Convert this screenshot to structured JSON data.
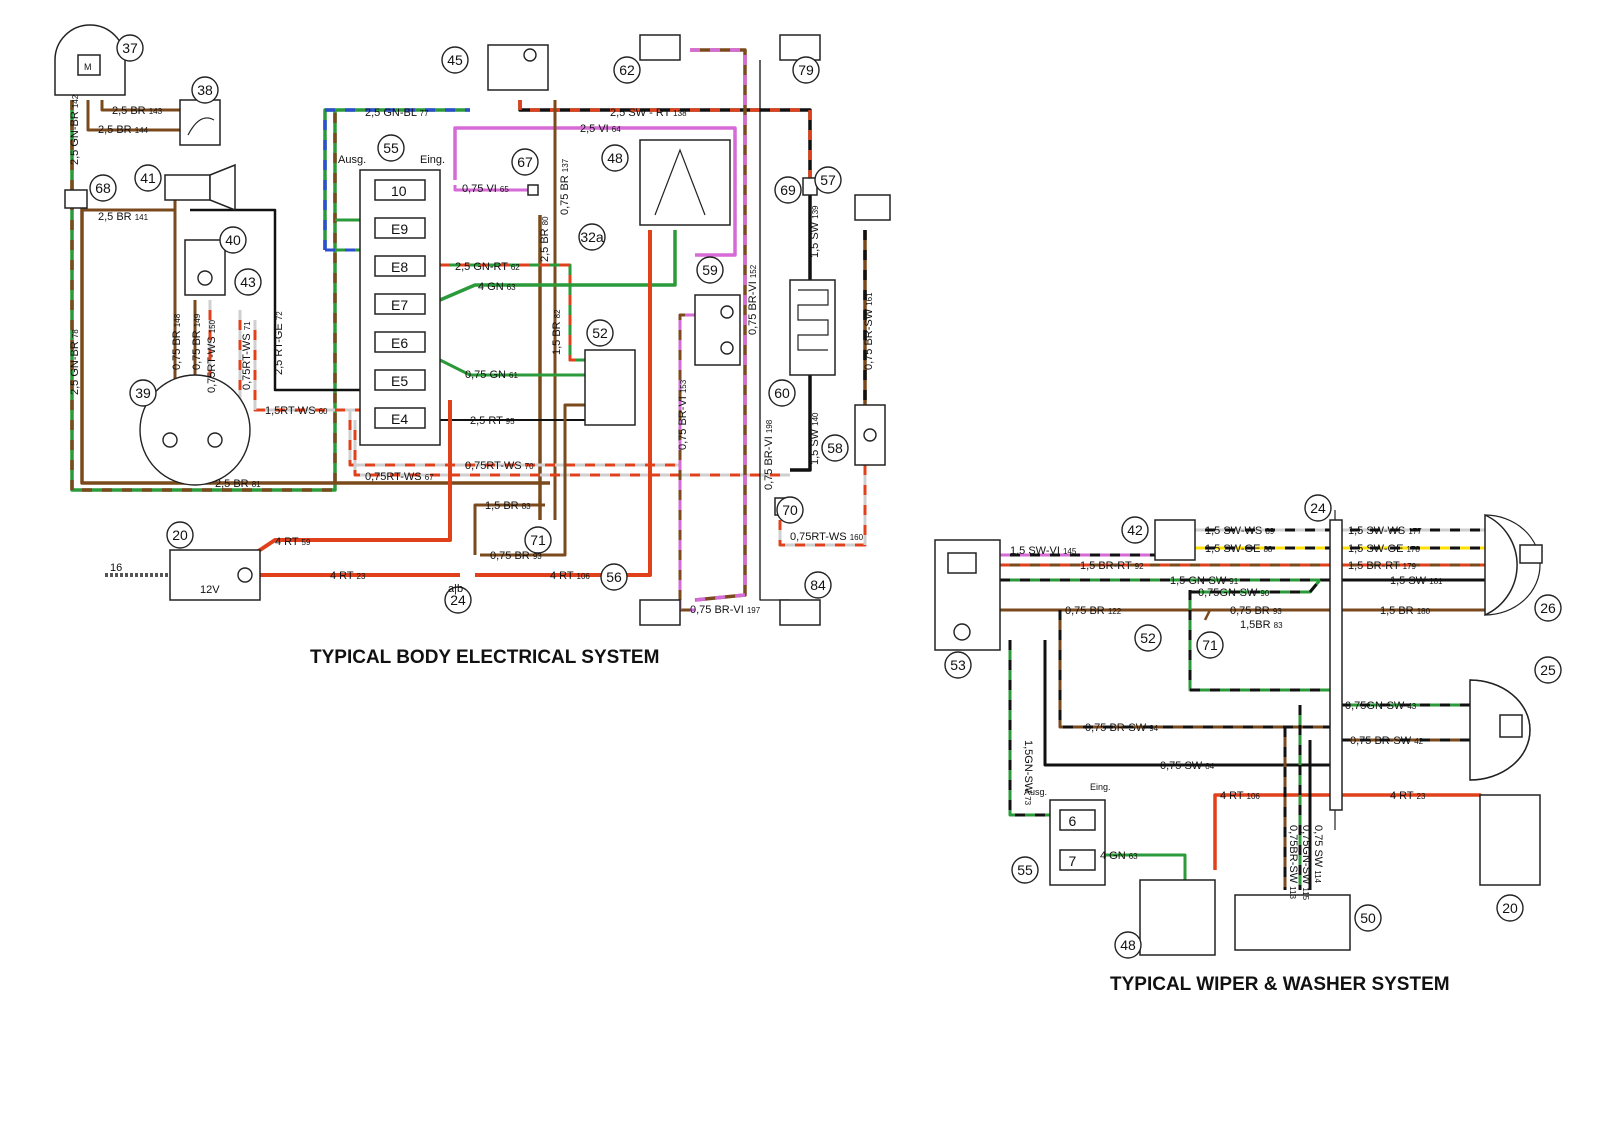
{
  "titles": {
    "body": "TYPICAL BODY ELECTRICAL SYSTEM",
    "wiper": "TYPICAL WIPER & WASHER SYSTEM"
  },
  "colors": {
    "BR": "#7a4a1c",
    "GN": "#2b9a3a",
    "RT": "#e0401a",
    "SW": "#111111",
    "VI": "#d66ad6",
    "WS": "#cfcfcf",
    "BL": "#2c4fd0",
    "GE": "#ffe000"
  },
  "body": {
    "components": [
      "37",
      "38",
      "41",
      "68",
      "40",
      "43",
      "39",
      "20",
      "45",
      "55",
      "67",
      "32a",
      "48",
      "52",
      "59",
      "71",
      "24",
      "56",
      "62",
      "79",
      "69",
      "60",
      "57",
      "58",
      "70",
      "84"
    ],
    "wires": [
      {
        "label": "2,5 BR",
        "num": "143"
      },
      {
        "label": "2,5 BR",
        "num": "144"
      },
      {
        "label": "2,5 BR",
        "num": "141"
      },
      {
        "label": "2,5 GN-BL",
        "num": "77"
      },
      {
        "label": "2,5 SW - RT",
        "num": "138"
      },
      {
        "label": "2,5 VI",
        "num": "64"
      },
      {
        "label": "0,75 VI",
        "num": "65"
      },
      {
        "label": "0,75 BR",
        "num": "137"
      },
      {
        "label": "2,5 BR",
        "num": "80"
      },
      {
        "label": "2,5 GN-RT",
        "num": "62"
      },
      {
        "label": "4 GN",
        "num": "63"
      },
      {
        "label": "1,5 BR",
        "num": "82"
      },
      {
        "label": "0,75 GN",
        "num": "61"
      },
      {
        "label": "2,5 RT",
        "num": "95"
      },
      {
        "label": "1,5RT-WS",
        "num": "60"
      },
      {
        "label": "0,75RT-WS",
        "num": "70"
      },
      {
        "label": "0,75RT-WS",
        "num": "67"
      },
      {
        "label": "2,5 BR",
        "num": "81"
      },
      {
        "label": "1,5 BR",
        "num": "83"
      },
      {
        "label": "0,75 BR",
        "num": "93"
      },
      {
        "label": "4 RT",
        "num": "59"
      },
      {
        "label": "4 RT",
        "num": "23"
      },
      {
        "label": "4 RT",
        "num": "106"
      },
      {
        "label": "0,75 BR-VI",
        "num": "197"
      },
      {
        "label": "0,75 BR-VI",
        "num": "153"
      },
      {
        "label": "0,75 BR-VI",
        "num": "152"
      },
      {
        "label": "0,75 BR-VI",
        "num": "198"
      },
      {
        "label": "1,5 SW",
        "num": "139"
      },
      {
        "label": "1,5 SW",
        "num": "140"
      },
      {
        "label": "0,75 BR-SW",
        "num": "161"
      },
      {
        "label": "0,75RT-WS",
        "num": "160"
      },
      {
        "label": "2,5 GN-BR",
        "num": "78"
      },
      {
        "label": "2,5 GN-BR",
        "num": "142"
      },
      {
        "label": "0,75 BR",
        "num": "148"
      },
      {
        "label": "0,75 BR",
        "num": "149"
      },
      {
        "label": "0,75RT-WS",
        "num": "150"
      },
      {
        "label": "0,75RT-WS",
        "num": "71"
      },
      {
        "label": "2,5 RT-GE",
        "num": "72"
      }
    ],
    "fuse_rows": [
      "10",
      "E9",
      "E8",
      "E7",
      "E6",
      "E5",
      "E4"
    ],
    "fuse_headers": [
      "Ausg.",
      "Eing."
    ],
    "battery": "12V",
    "ground": "16",
    "connector": "a|b"
  },
  "wiper": {
    "components": [
      "42",
      "24",
      "26",
      "53",
      "52",
      "71",
      "25",
      "55",
      "48",
      "50",
      "20"
    ],
    "wires": [
      {
        "label": "1,5 SW-VI",
        "num": "145"
      },
      {
        "label": "1,5 SW-WS",
        "num": "89"
      },
      {
        "label": "1,5 SW-WS",
        "num": "177"
      },
      {
        "label": "1,5 SW-GE",
        "num": "88"
      },
      {
        "label": "1,5 SW-GE",
        "num": "178"
      },
      {
        "label": "1,5 BR-RT",
        "num": "92"
      },
      {
        "label": "1,5 BR-RT",
        "num": "179"
      },
      {
        "label": "1,5 GN-SW",
        "num": "91"
      },
      {
        "label": "1,5 SW",
        "num": "181"
      },
      {
        "label": "0,75GN-SW",
        "num": "90"
      },
      {
        "label": "0,75 BR",
        "num": "122"
      },
      {
        "label": "0,75 BR",
        "num": "93"
      },
      {
        "label": "1,5 BR",
        "num": "180"
      },
      {
        "label": "1,5BR",
        "num": "83"
      },
      {
        "label": "0,75GN-SW",
        "num": "43"
      },
      {
        "label": "0,75 BR-SW",
        "num": "94"
      },
      {
        "label": "0,75 BR-SW",
        "num": "42"
      },
      {
        "label": "0,75 SW",
        "num": "84"
      },
      {
        "label": "4 RT",
        "num": "106"
      },
      {
        "label": "4 RT",
        "num": "23"
      },
      {
        "label": "4 GN",
        "num": "63"
      },
      {
        "label": "1,5GN-SW",
        "num": "73"
      },
      {
        "label": "0,75 SW",
        "num": "114"
      },
      {
        "label": "0,75GN-SW",
        "num": "115"
      },
      {
        "label": "0,75BR-SW",
        "num": "113"
      }
    ],
    "fuse_rows": [
      "6",
      "7"
    ],
    "fuse_headers": [
      "Ausg.",
      "Eing."
    ]
  }
}
